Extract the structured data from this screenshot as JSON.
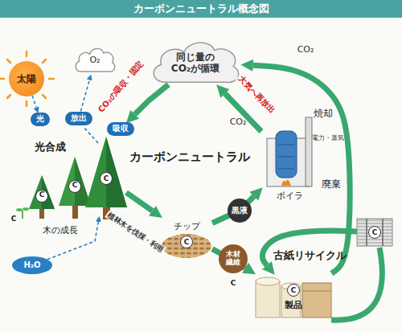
{
  "diagram": {
    "title": "カーボンニュートラル概念図",
    "nodes": [
      {
        "text": [
          "太陽"
        ]
      },
      {
        "text": [
          "O₂"
        ]
      },
      {
        "text": [
          "同じ量のCO₂が循環"
        ]
      },
      {
        "text": [
          "光"
        ]
      },
      {
        "text": [
          "放出"
        ]
      },
      {
        "text": [
          "吸収"
        ]
      },
      {
        "text": [
          "ボイラ"
        ]
      },
      {
        "text": [
          "C"
        ]
      },
      {
        "text": [
          "黒液"
        ]
      },
      {
        "text": [
          "チップ",
          "C"
        ]
      },
      {
        "text": [
          "木材繊維"
        ]
      },
      {
        "text": [
          "H₂O"
        ]
      },
      {
        "text": [
          "C"
        ]
      },
      {
        "text": [
          "C",
          "製品"
        ]
      }
    ],
    "edges": [
      {
        "from": 0,
        "to": 3,
        "arrow": "to"
      },
      {
        "from": 4,
        "to": 1,
        "arrow": "to"
      },
      {
        "from": 2,
        "to": 5,
        "label": "CO₂の吸収・固定",
        "arrow": "to"
      },
      {
        "from": 6,
        "to": 2,
        "label": "大気へ再放出",
        "arrow": "to"
      },
      {
        "from": 7,
        "to": 9,
        "label": "植林木を伐採・利用",
        "arrow": "to"
      },
      {
        "from": 9,
        "to": 6,
        "arrow": "to"
      },
      {
        "from": 9,
        "to": 13,
        "arrow": "to"
      },
      {
        "from": 11,
        "to": 7,
        "arrow": "to"
      },
      {
        "from": 13,
        "to": 2,
        "arrow": "to"
      },
      {
        "from": 12,
        "to": 13,
        "arrow": "to"
      }
    ],
    "labels": [
      "光合成",
      "カーボンニュートラル",
      "CO₂",
      "CO₂",
      "焼却",
      "廃棄",
      "電力・蒸気",
      "C",
      "C",
      "C",
      "木の成長",
      "C",
      "古紙リサイクル"
    ]
  }
}
